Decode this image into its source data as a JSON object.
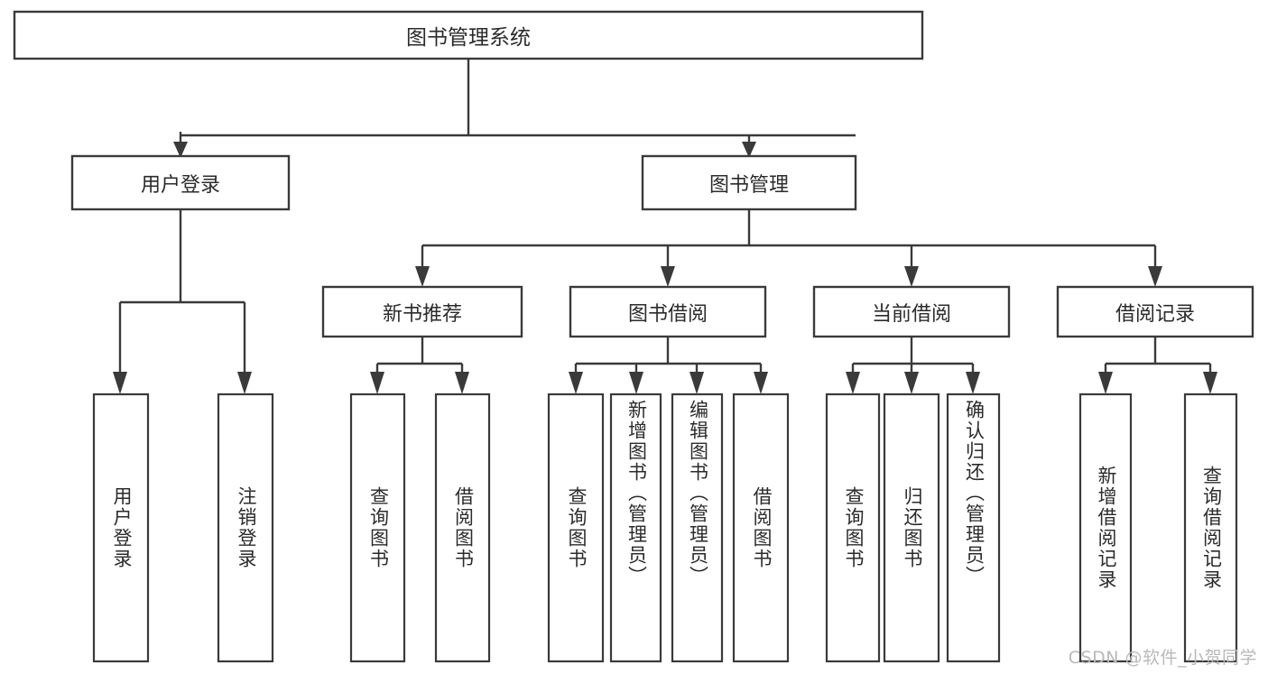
{
  "diagram": {
    "type": "tree",
    "title": "图书管理系统",
    "watermark": "CSDN @软件_小贺同学",
    "colors": {
      "stroke": "#3a3a3a",
      "fill": "#ffffff",
      "text": "#2b2b2b",
      "watermark": "#b9b9b9"
    },
    "root": {
      "label": "图书管理系统"
    },
    "level1": [
      {
        "id": "user-login",
        "label": "用户登录"
      },
      {
        "id": "book-manage",
        "label": "图书管理"
      }
    ],
    "level2": [
      {
        "id": "new-book-recommend",
        "label": "新书推荐"
      },
      {
        "id": "book-borrow",
        "label": "图书借阅"
      },
      {
        "id": "current-borrow",
        "label": "当前借阅"
      },
      {
        "id": "borrow-record",
        "label": "借阅记录"
      }
    ],
    "leaves": [
      {
        "id": "leaf-user-login",
        "label": "用户登录",
        "parent": "user-login"
      },
      {
        "id": "leaf-user-logout",
        "label": "注销登录",
        "parent": "user-login"
      },
      {
        "id": "leaf-query-book-1",
        "label": "查询图书",
        "parent": "new-book-recommend"
      },
      {
        "id": "leaf-borrow-book-1",
        "label": "借阅图书",
        "parent": "new-book-recommend"
      },
      {
        "id": "leaf-query-book-2",
        "label": "查询图书",
        "parent": "book-borrow"
      },
      {
        "id": "leaf-add-book",
        "label": "新增图书（管理员）",
        "parent": "book-borrow"
      },
      {
        "id": "leaf-edit-book",
        "label": "编辑图书（管理员）",
        "parent": "book-borrow"
      },
      {
        "id": "leaf-borrow-book-2",
        "label": "借阅图书",
        "parent": "book-borrow"
      },
      {
        "id": "leaf-query-book-3",
        "label": "查询图书",
        "parent": "current-borrow"
      },
      {
        "id": "leaf-return-book",
        "label": "归还图书",
        "parent": "current-borrow"
      },
      {
        "id": "leaf-confirm-return",
        "label": "确认归还（管理员）",
        "parent": "current-borrow"
      },
      {
        "id": "leaf-add-record",
        "label": "新增借阅记录",
        "parent": "borrow-record"
      },
      {
        "id": "leaf-query-record",
        "label": "查询借阅记录",
        "parent": "borrow-record"
      }
    ]
  }
}
